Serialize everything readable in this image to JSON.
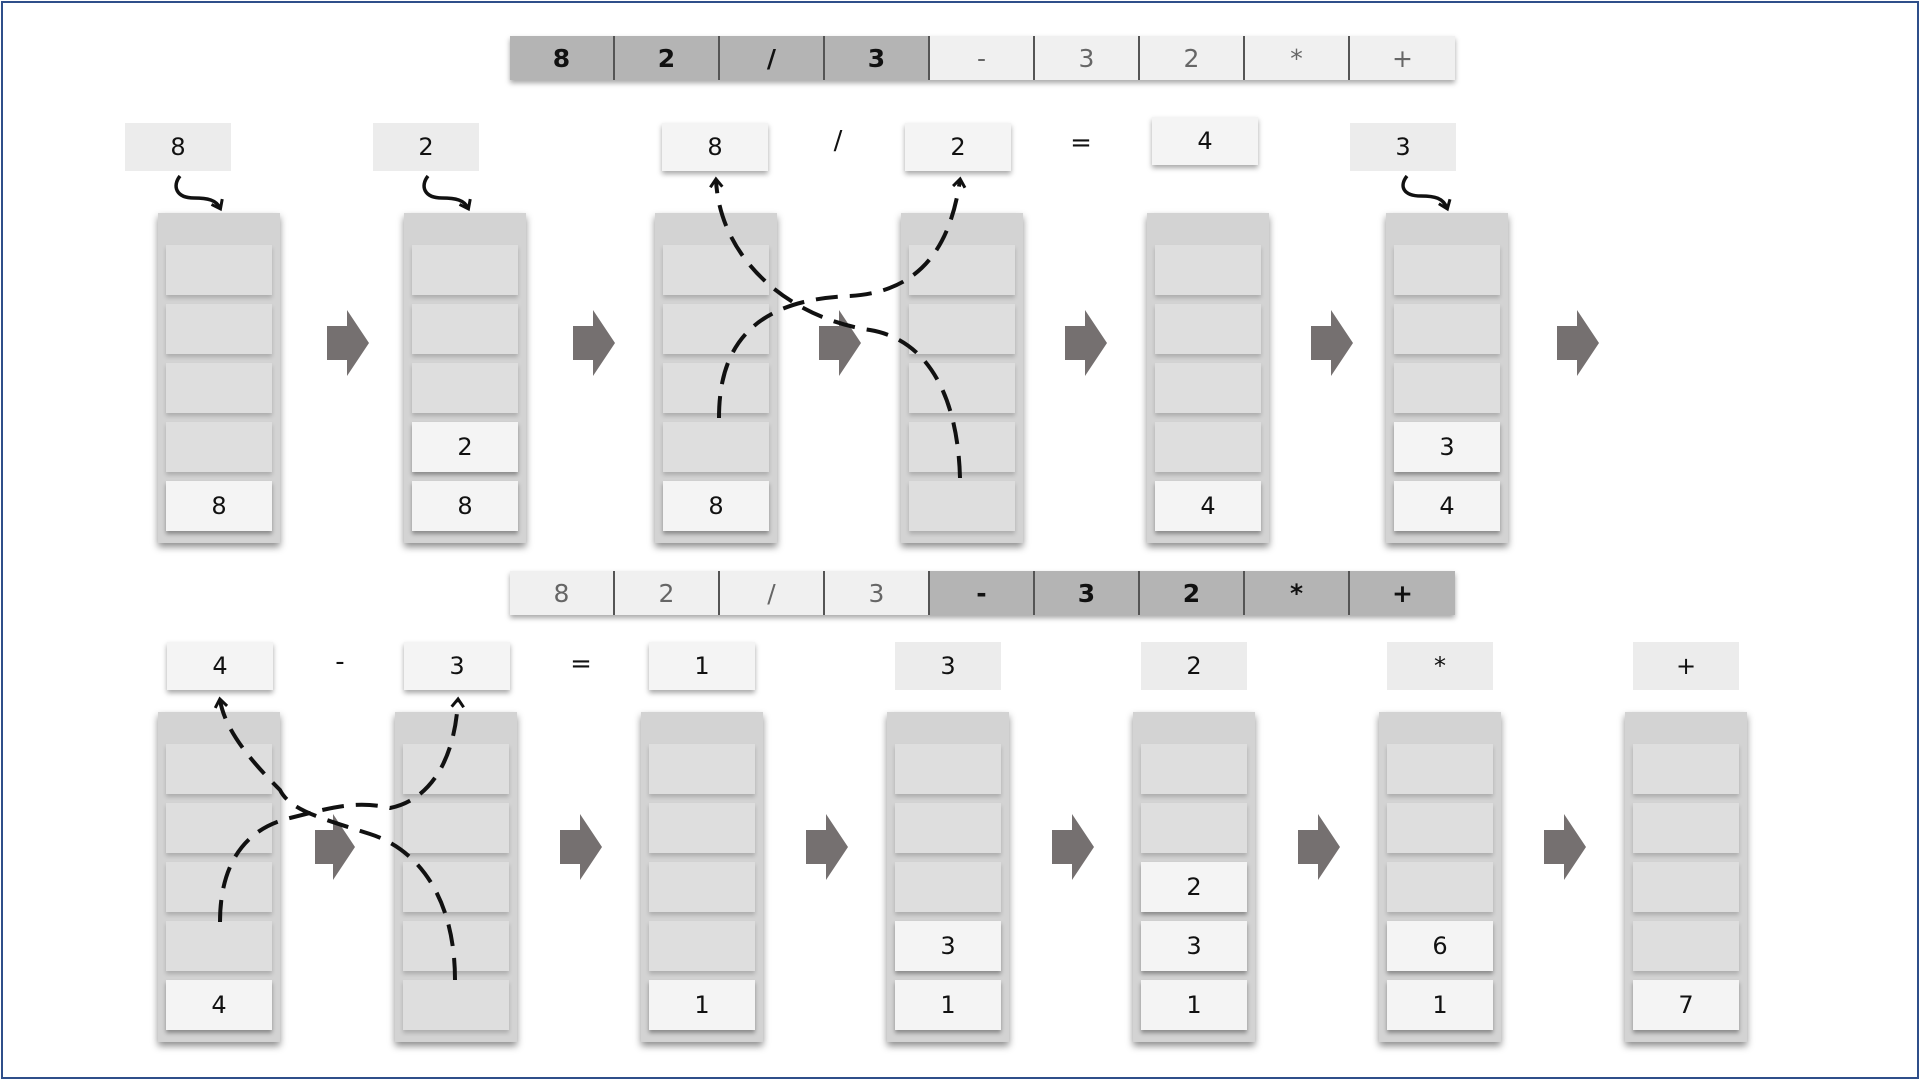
{
  "token_bar_top": {
    "tokens": [
      {
        "text": "8",
        "active": true
      },
      {
        "text": "2",
        "active": true
      },
      {
        "text": "/",
        "active": true
      },
      {
        "text": "3",
        "active": true
      },
      {
        "text": "-",
        "active": false
      },
      {
        "text": "3",
        "active": false
      },
      {
        "text": "2",
        "active": false
      },
      {
        "text": "*",
        "active": false
      },
      {
        "text": "+",
        "active": false
      }
    ]
  },
  "token_bar_bottom": {
    "tokens": [
      {
        "text": "8",
        "active": false
      },
      {
        "text": "2",
        "active": false
      },
      {
        "text": "/",
        "active": false
      },
      {
        "text": "3",
        "active": false
      },
      {
        "text": "-",
        "active": true
      },
      {
        "text": "3",
        "active": true
      },
      {
        "text": "2",
        "active": true
      },
      {
        "text": "*",
        "active": true
      },
      {
        "text": "+",
        "active": true
      }
    ]
  },
  "row1": {
    "labels": {
      "push_8": "8",
      "push_2": "2",
      "pop_a": "8",
      "op_div": "/",
      "pop_b": "2",
      "equals": "=",
      "result": "4",
      "push_3": "3"
    },
    "stacks": [
      {
        "values": [
          "8"
        ]
      },
      {
        "values": [
          "8",
          "2"
        ]
      },
      {
        "values": [
          "8"
        ]
      },
      {
        "values": []
      },
      {
        "values": [
          "4"
        ]
      },
      {
        "values": [
          "4",
          "3"
        ]
      }
    ]
  },
  "row2": {
    "labels": {
      "pop_a": "4",
      "op_minus": "-",
      "pop_b": "3",
      "equals": "=",
      "result": "1",
      "push_3": "3",
      "push_2": "2",
      "op_mul": "*",
      "op_plus": "+"
    },
    "stacks": [
      {
        "values": [
          "4"
        ]
      },
      {
        "values": []
      },
      {
        "values": [
          "1"
        ]
      },
      {
        "values": [
          "1",
          "3"
        ]
      },
      {
        "values": [
          "1",
          "3",
          "2"
        ]
      },
      {
        "values": [
          "1",
          "6"
        ]
      },
      {
        "values": [
          "7"
        ]
      }
    ]
  },
  "colors": {
    "frame": "#2f4f8a",
    "arrow": "#757070",
    "stack": "#d3d3d3",
    "token_active": "#b4b4b4",
    "token_inactive": "#f0f0f0"
  }
}
